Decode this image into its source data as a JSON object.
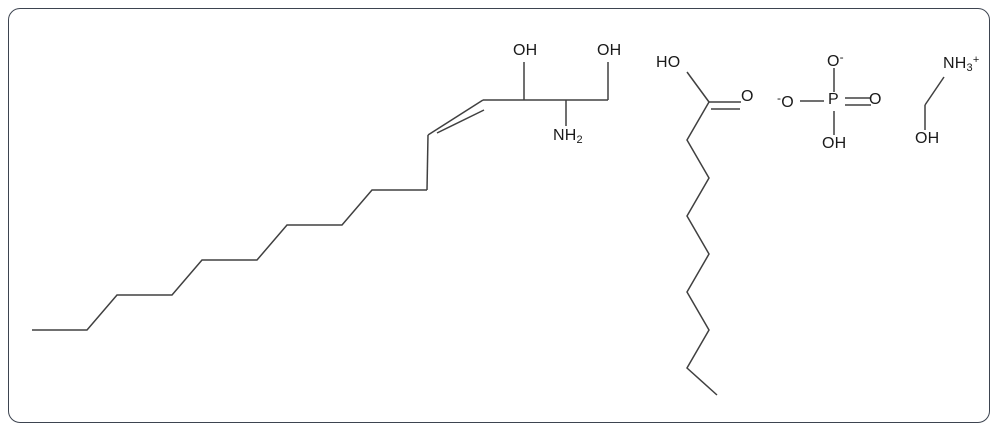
{
  "document": {
    "type": "chemical-structure-diagram",
    "title": "",
    "background_color": "#ffffff",
    "border_color": "#3d4450",
    "bond_color": "#404040",
    "label_color": "#1a1a1a"
  },
  "components": [
    {
      "id": "sphingosine",
      "name": "sphingosine backbone",
      "description": "long-chain 2-amino-1,3-diol with trans alkene",
      "labels": [
        {
          "key": "oh_c3",
          "text": "OH"
        },
        {
          "key": "oh_c1",
          "text": "OH"
        },
        {
          "key": "nh2_c2",
          "text": "NH",
          "subscript": "2"
        }
      ]
    },
    {
      "id": "fatty-acid",
      "name": "fatty acid chain",
      "description": "straight-chain carboxylic acid drawn vertically",
      "labels": [
        {
          "key": "ho",
          "text": "HO"
        },
        {
          "key": "carbonyl_o",
          "text": "O"
        }
      ]
    },
    {
      "id": "phosphate",
      "name": "phosphate group",
      "description": "phosphate anion with two negative charges and one hydroxyl",
      "labels": [
        {
          "key": "o_top",
          "text": "O",
          "charge": "-"
        },
        {
          "key": "o_left",
          "text": "O",
          "charge_leading": "-"
        },
        {
          "key": "p_center",
          "text": "P"
        },
        {
          "key": "o_right",
          "text": "O"
        },
        {
          "key": "oh_bottom",
          "text": "OH"
        }
      ]
    },
    {
      "id": "ethanolamine",
      "name": "ethanolammonium",
      "description": "2-hydroxyethyl ammonium cation",
      "labels": [
        {
          "key": "nh3",
          "text": "NH",
          "subscript": "3",
          "charge": "+"
        },
        {
          "key": "oh",
          "text": "OH"
        }
      ]
    }
  ],
  "labels": {
    "sph_oh_c3": "OH",
    "sph_oh_c1": "OH",
    "sph_nh2_base": "NH",
    "sph_nh2_sub": "2",
    "fa_ho": "HO",
    "fa_o": "O",
    "phos_o_top": "O",
    "phos_o_top_charge": "-",
    "phos_o_left_charge": "-",
    "phos_o_left": "O",
    "phos_p": "P",
    "phos_o_right": "O",
    "phos_oh": "OH",
    "eta_nh3_base": "NH",
    "eta_nh3_sub": "3",
    "eta_nh3_charge": "+",
    "eta_oh": "OH"
  }
}
